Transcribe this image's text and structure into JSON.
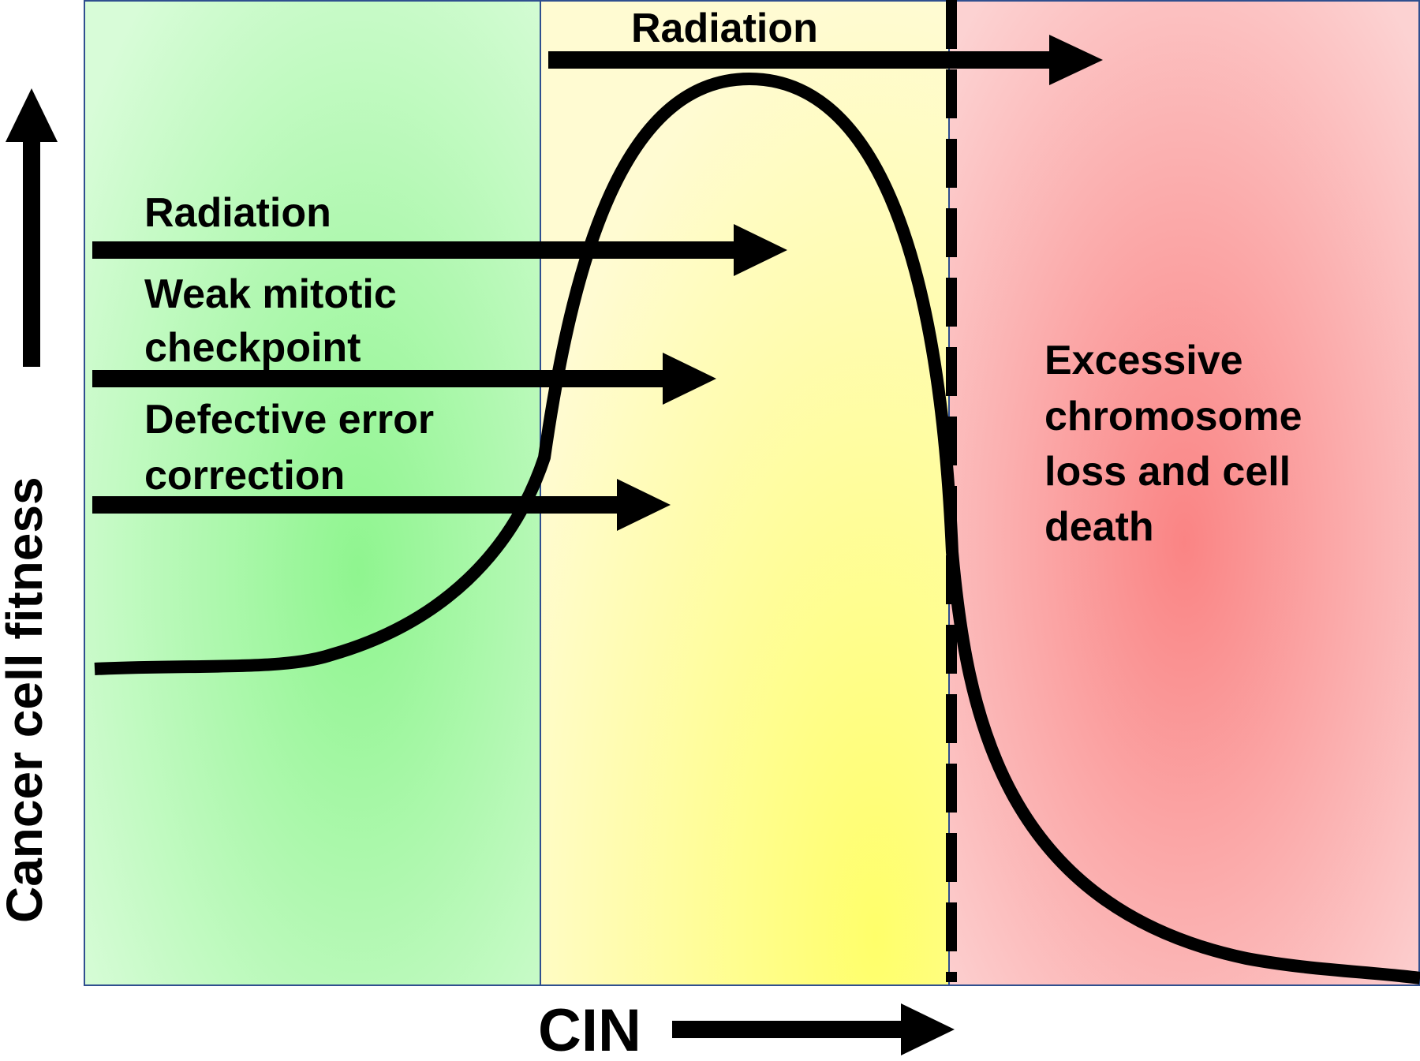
{
  "labels": {
    "radiation_top": "Radiation",
    "radiation_left": "Radiation",
    "weak_checkpoint_line1": "Weak mitotic",
    "weak_checkpoint_line2": "checkpoint",
    "defective_line1": "Defective error",
    "defective_line2": "correction",
    "excessive_line1": "Excessive",
    "excessive_line2": "chromosome",
    "excessive_line3": "loss and cell",
    "excessive_line4": "death"
  },
  "axes": {
    "y_label": "Cancer cell fitness",
    "x_label": "CIN"
  },
  "colors": {
    "green_zone": "#99ff99",
    "yellow_zone": "#ffff77",
    "red_zone": "#ff8888",
    "border": "#2f4f8f",
    "ink": "#000000"
  }
}
